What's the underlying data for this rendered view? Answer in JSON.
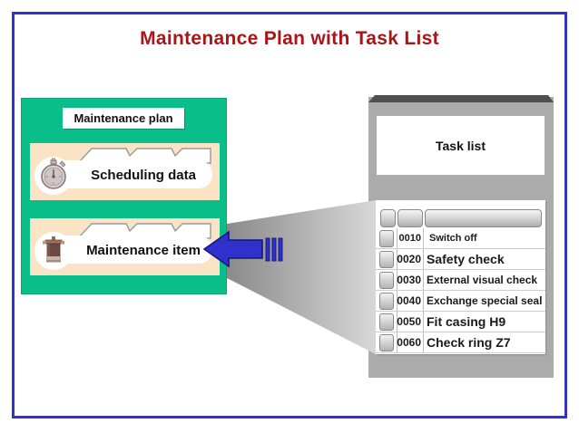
{
  "title": "Maintenance Plan with Task List",
  "colors": {
    "title_red": "#a91518",
    "page_border_blue": "#3431cf",
    "panel_green": "#0abe8a",
    "item_peach": "#fbe4c5",
    "panel_gray": "#ababab",
    "arrow_blue": "#2f31cd"
  },
  "maintenance_plan": {
    "label": "Maintenance plan",
    "items": [
      {
        "label": "Scheduling data",
        "icon": "stopwatch-icon"
      },
      {
        "label": "Maintenance item",
        "icon": "pump-icon"
      }
    ]
  },
  "task_list": {
    "title": "Task list",
    "rows": [
      {
        "op": "0010",
        "desc": "Switch off"
      },
      {
        "op": "0020",
        "desc": "Safety check"
      },
      {
        "op": "0030",
        "desc": "External visual check"
      },
      {
        "op": "0040",
        "desc": "Exchange special seal"
      },
      {
        "op": "0050",
        "desc": "Fit casing H9"
      },
      {
        "op": "0060",
        "desc": "Check ring Z7"
      }
    ]
  }
}
